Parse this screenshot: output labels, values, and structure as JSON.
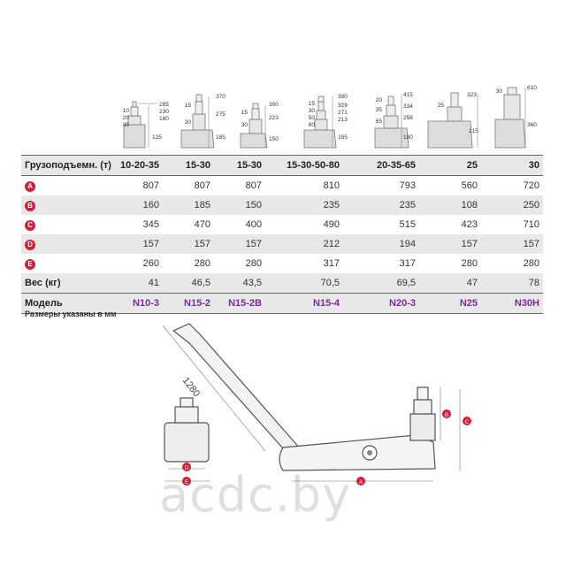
{
  "jacks": [
    {
      "dims": [
        "285",
        "230",
        "180",
        "125"
      ],
      "tons": [
        "10",
        "20",
        "35"
      ],
      "unit": "mm"
    },
    {
      "dims": [
        "370",
        "275",
        "185"
      ],
      "tons": [
        "15",
        "30"
      ],
      "unit": "mm"
    },
    {
      "dims": [
        "300",
        "223",
        "150"
      ],
      "tons": [
        "15",
        "30"
      ],
      "unit": "mm"
    },
    {
      "dims": [
        "390",
        "329",
        "271",
        "213",
        "155"
      ],
      "tons": [
        "15",
        "30",
        "50",
        "80"
      ],
      "unit": "mm"
    },
    {
      "dims": [
        "415",
        "334",
        "258",
        "180"
      ],
      "tons": [
        "20",
        "35",
        "65"
      ],
      "unit": "mm"
    },
    {
      "dims": [
        "323",
        "215"
      ],
      "tons": [
        "25"
      ],
      "unit": "mm"
    },
    {
      "dims": [
        "610",
        "360"
      ],
      "tons": [
        "30"
      ],
      "unit": "mm"
    }
  ],
  "table": {
    "capacity_label": "Грузоподъемн. (т)",
    "capacity": [
      "10-20-35",
      "15-30",
      "15-30",
      "15-30-50-80",
      "20-35-65",
      "25",
      "30"
    ],
    "rows": [
      {
        "badge": "A",
        "values": [
          "807",
          "807",
          "807",
          "810",
          "793",
          "560",
          "720"
        ]
      },
      {
        "badge": "B",
        "values": [
          "160",
          "185",
          "150",
          "235",
          "235",
          "108",
          "250"
        ]
      },
      {
        "badge": "C",
        "values": [
          "345",
          "470",
          "400",
          "490",
          "515",
          "423",
          "710"
        ]
      },
      {
        "badge": "D",
        "values": [
          "157",
          "157",
          "157",
          "212",
          "194",
          "157",
          "157"
        ]
      },
      {
        "badge": "E",
        "values": [
          "260",
          "280",
          "280",
          "317",
          "317",
          "280",
          "280"
        ]
      }
    ],
    "weight_label": "Вес (кг)",
    "weight": [
      "41",
      "46,5",
      "43,5",
      "70,5",
      "69,5",
      "47",
      "78"
    ],
    "model_label": "Модель",
    "models": [
      "N10-3",
      "N15-2",
      "N15-2B",
      "N15-4",
      "N20-3",
      "N25",
      "N30H"
    ]
  },
  "note": "Размеры указаны в мм",
  "drawing": {
    "handle_length": "1280",
    "labels": {
      "a": "A",
      "b": "B",
      "c": "C",
      "d": "D",
      "e": "E"
    }
  },
  "watermark": "acdc.by",
  "colors": {
    "badge": "#d41f3a",
    "model": "#7a2a9a"
  }
}
